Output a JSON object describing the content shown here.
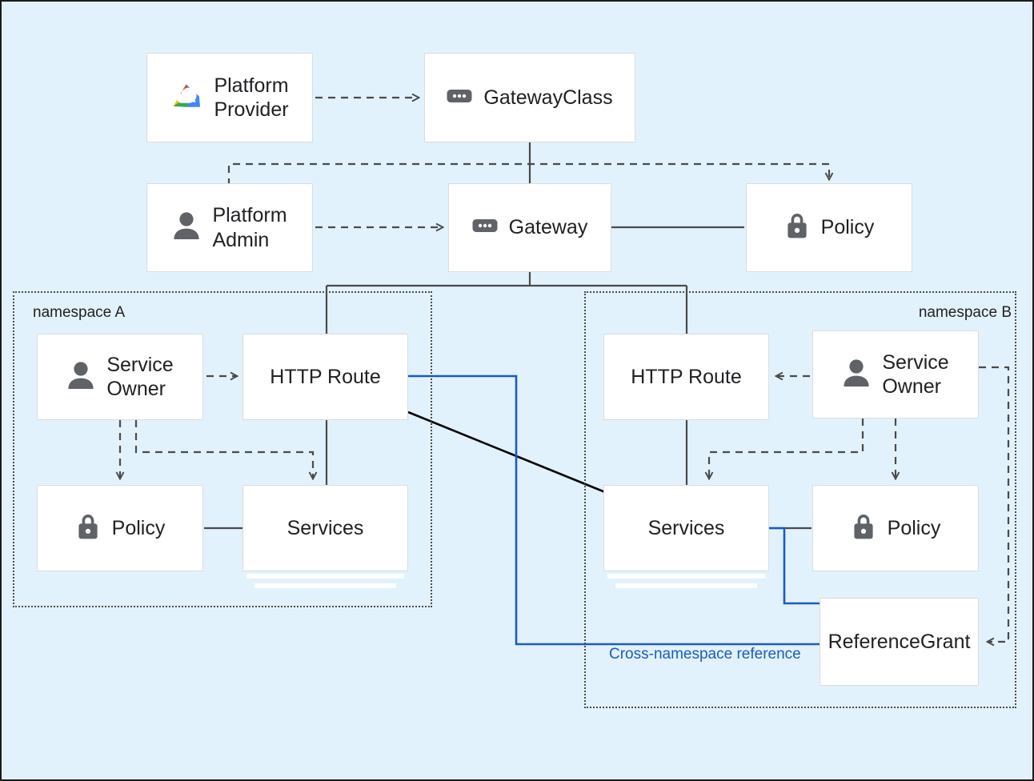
{
  "diagram": {
    "background_color": "#e2f2fc",
    "node_fill": "#ffffff",
    "node_border": "#dadce0",
    "wire_color": "#4a4a4a",
    "accent_blue": "#1a5bc4",
    "diagonal_color": "#000000"
  },
  "nodes": {
    "platform_provider": {
      "label": "Platform\nProvider",
      "icon": "google-cloud-icon"
    },
    "gateway_class": {
      "label": "GatewayClass",
      "icon": "gateway-chip-icon"
    },
    "platform_admin": {
      "label": "Platform\nAdmin",
      "icon": "person-icon"
    },
    "gateway": {
      "label": "Gateway",
      "icon": "gateway-chip-icon"
    },
    "policy_top": {
      "label": "Policy",
      "icon": "lock-icon"
    },
    "service_owner_a": {
      "label": "Service\nOwner",
      "icon": "person-icon"
    },
    "http_route_a": {
      "label": "HTTP Route",
      "icon": "none"
    },
    "policy_a": {
      "label": "Policy",
      "icon": "lock-icon"
    },
    "services_a": {
      "label": "Services",
      "icon": "none"
    },
    "http_route_b": {
      "label": "HTTP Route",
      "icon": "none"
    },
    "service_owner_b": {
      "label": "Service\nOwner",
      "icon": "person-icon"
    },
    "services_b": {
      "label": "Services",
      "icon": "none"
    },
    "policy_b": {
      "label": "Policy",
      "icon": "lock-icon"
    },
    "reference_grant": {
      "label": "ReferenceGrant",
      "icon": "none"
    }
  },
  "namespaces": {
    "a": {
      "label": "namespace A"
    },
    "b": {
      "label": "namespace B"
    }
  },
  "annotations": {
    "cross_namespace_reference": "Cross-namespace reference"
  }
}
